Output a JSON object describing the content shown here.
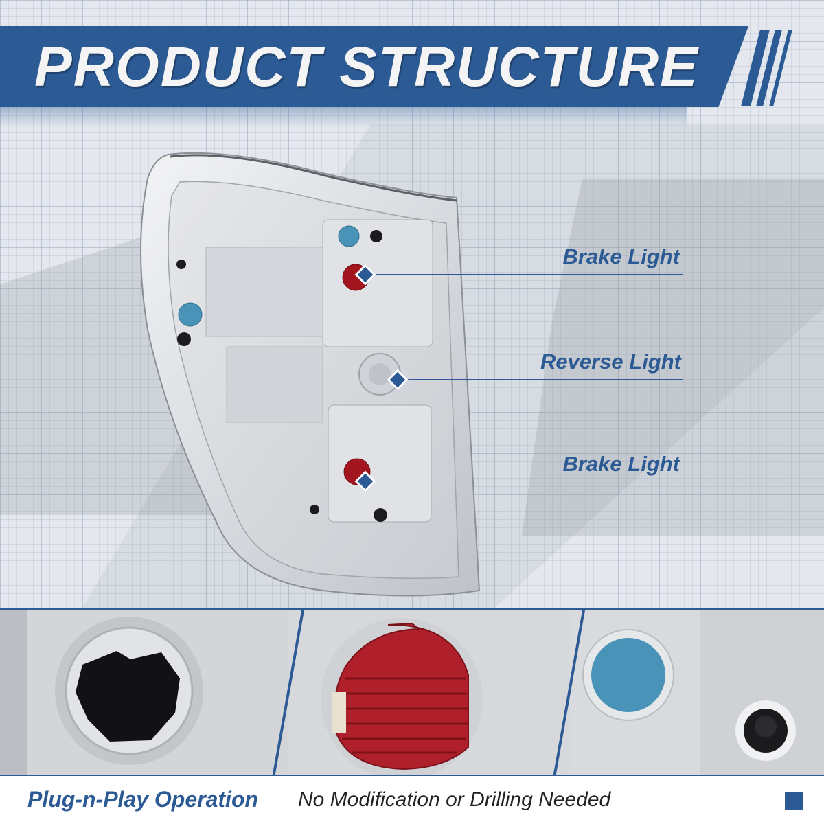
{
  "header": {
    "title": "PRODUCT STRUCTURE",
    "accent_color": "#2c5a94"
  },
  "callouts": [
    {
      "label": "Brake Light",
      "icon": "diamond-marker-icon"
    },
    {
      "label": "Reverse Light",
      "icon": "diamond-marker-icon"
    },
    {
      "label": "Brake Light",
      "icon": "diamond-marker-icon"
    }
  ],
  "detail_panels": [
    {
      "subject": "bulb-socket-opening",
      "color": "#111111"
    },
    {
      "subject": "red-brake-reflector",
      "color": "#b0202a"
    },
    {
      "subject": "blue-vent-plug",
      "color": "#4a93b8"
    }
  ],
  "footer": {
    "strong": "Plug-n-Play Operation",
    "normal": "No Modification or Drilling Needed",
    "square_icon": "square-icon"
  }
}
